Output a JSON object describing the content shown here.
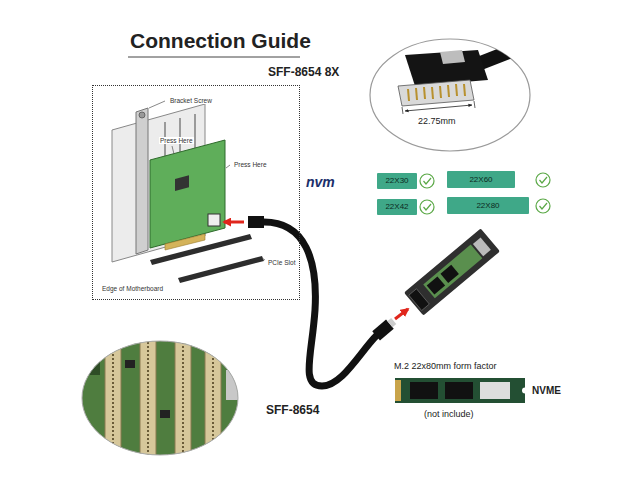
{
  "diagram": {
    "title": "Connection Guide",
    "nodes": [
      {
        "text": [
          "Bracket Screw",
          "Press Here",
          "Press Here",
          "PCIe Slot",
          "Edge of Motherboard"
        ]
      },
      {
        "text": [
          "22X30"
        ]
      },
      {
        "text": [
          "22X42"
        ]
      },
      {
        "text": [
          "22X60"
        ]
      },
      {
        "text": [
          "22X80"
        ]
      }
    ],
    "labels": [
      "SFF-8654 8X",
      "22.75mm",
      "nvm",
      "M.2 22x80mm form factor",
      "NVME",
      "(not include)",
      "SFF-8654"
    ]
  }
}
